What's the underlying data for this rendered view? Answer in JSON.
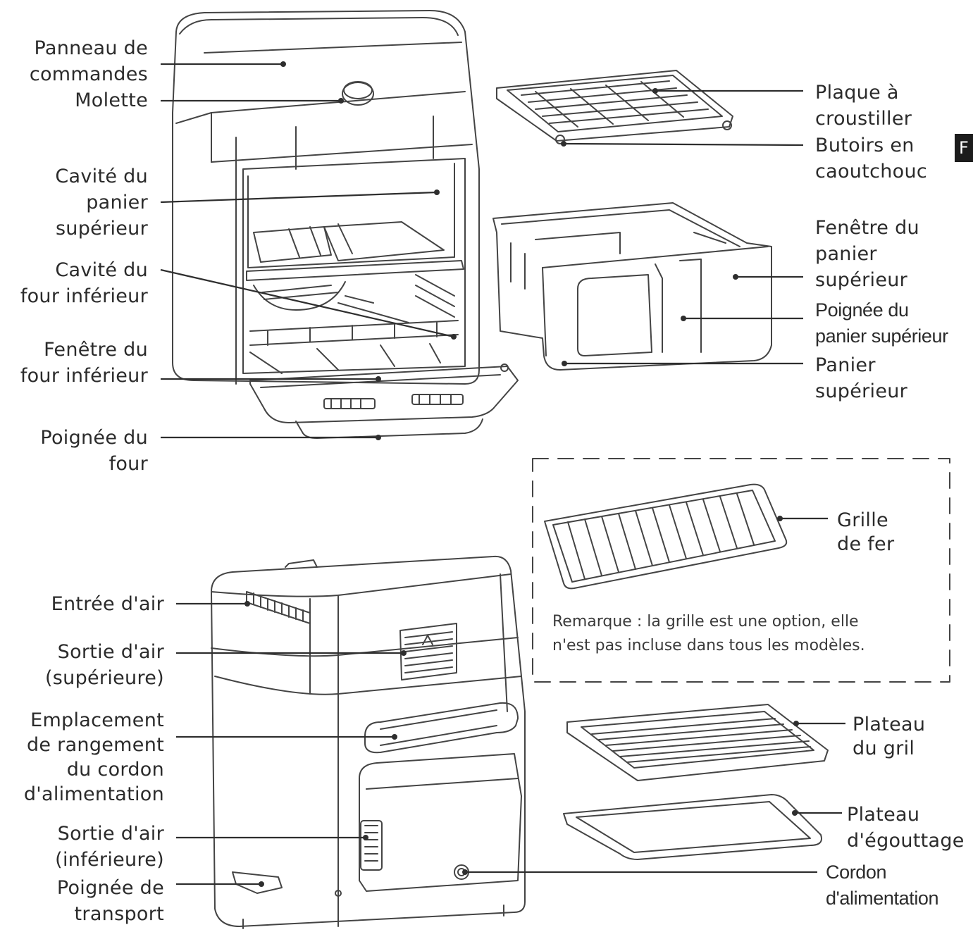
{
  "labels": {
    "panneau": [
      "Panneau de",
      "commandes"
    ],
    "molette": [
      "Molette"
    ],
    "cavite_panier": [
      "Cavité du",
      "panier",
      "supérieur"
    ],
    "cavite_four": [
      "Cavité du",
      "four inférieur"
    ],
    "fenetre_four": [
      "Fenêtre du",
      "four inférieur"
    ],
    "poignee_four": [
      "Poignée du",
      "four"
    ],
    "plaque": [
      "Plaque à",
      "croustiller"
    ],
    "butoirs": [
      "Butoirs en",
      "caoutchouc"
    ],
    "fenetre_panier": [
      "Fenêtre du",
      "panier",
      "supérieur"
    ],
    "poignee_panier": [
      "Poignée du",
      "panier supérieur"
    ],
    "panier_sup": [
      "Panier",
      "supérieur"
    ],
    "grille": [
      "Grille",
      "de fer"
    ],
    "entree_air": [
      "Entrée d'air"
    ],
    "sortie_sup": [
      "Sortie d'air",
      "(supérieure)"
    ],
    "emplacement": [
      "Emplacement",
      "de rangement",
      "du cordon",
      "d'alimentation"
    ],
    "sortie_inf": [
      "Sortie d'air",
      "(inférieure)"
    ],
    "poignee_transport": [
      "Poignée de",
      "transport"
    ],
    "plateau_gril": [
      "Plateau",
      "du gril"
    ],
    "plateau_egouttage": [
      "Plateau",
      "d'égouttage"
    ],
    "cordon": [
      "Cordon",
      "d'alimentation"
    ]
  },
  "note": [
    "Remarque : la grille est une option, elle",
    "n'est pas incluse dans tous les modèles."
  ],
  "language_tab": "F",
  "colors": {
    "line": "#3a3a3a",
    "fill": "#ffffff",
    "text": "#2b2b2b",
    "tab": "#1c1c1c"
  }
}
